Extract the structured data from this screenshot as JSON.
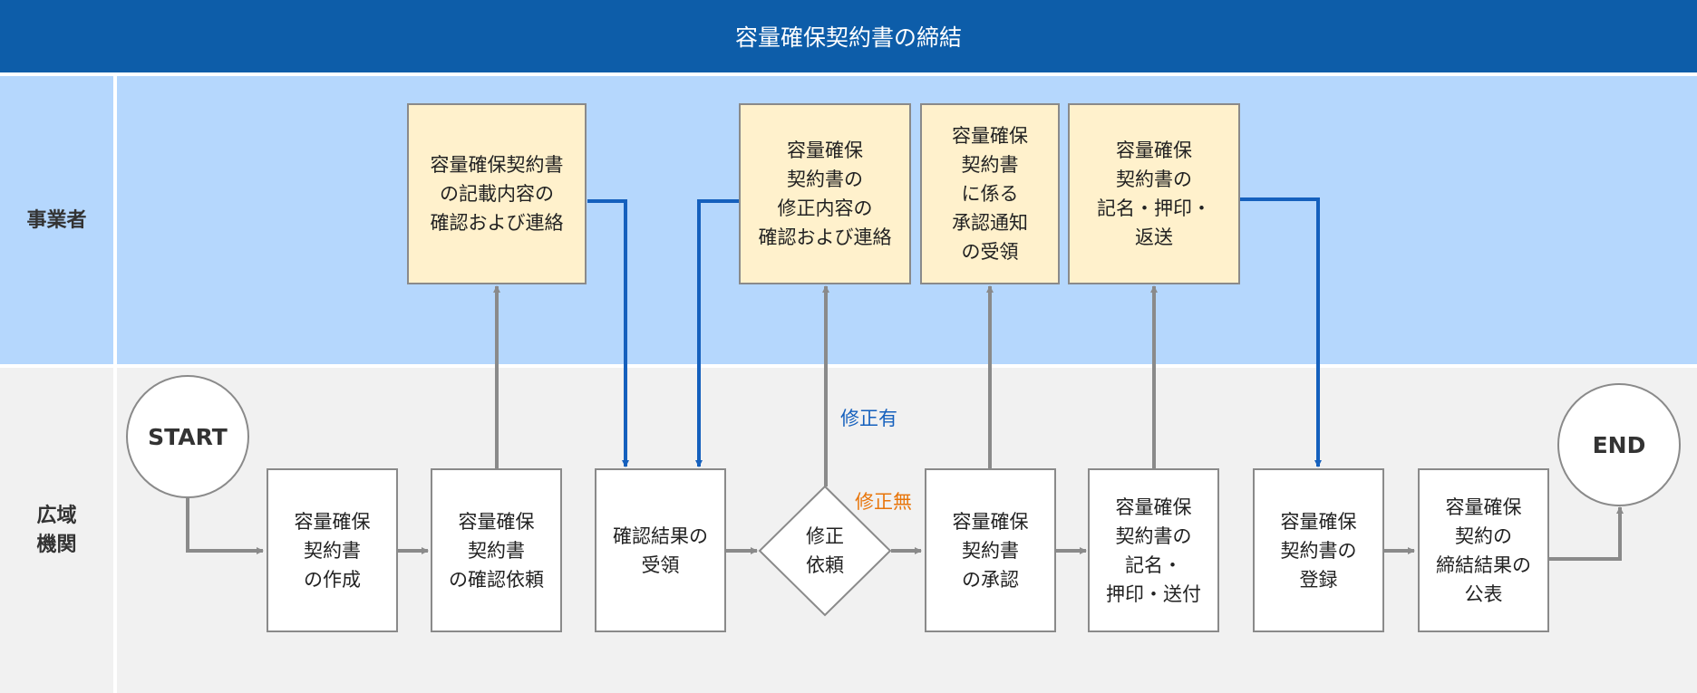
{
  "title": "容量確保契約書の締結",
  "lanes": {
    "top": "事業者",
    "bottom_line1": "広域",
    "bottom_line2": "機関"
  },
  "nodes": {
    "start": "START",
    "end": "END",
    "create": "容量確保\n契約書\nの作成",
    "request_check": "容量確保\n契約書\nの確認依頼",
    "biz_check1": "容量確保契約書\nの記載内容の\n確認および連絡",
    "receive_result": "確認結果の\n受領",
    "decision": "修正\n依頼",
    "biz_fix": "容量確保\n契約書の\n修正内容の\n確認および連絡",
    "approve": "容量確保\n契約書\nの承認",
    "biz_receive": "容量確保\n契約書\nに係る\n承認通知\nの受領",
    "sign_send": "容量確保\n契約書の\n記名・\n押印・送付",
    "biz_sign": "容量確保\n契約書の\n記名・押印・\n返送",
    "register": "容量確保\n契約書の\n登録",
    "publish": "容量確保\n契約の\n締結結果の\n公表"
  },
  "branches": {
    "yes": "修正有",
    "no": "修正無"
  },
  "colors": {
    "header": "#0d5da9",
    "lane_top": "#b5d7fd",
    "lane_bottom": "#f1f1f1",
    "box_yellow": "#fff1cc",
    "arrow_gray": "#8a8a8a",
    "arrow_blue": "#1560bd",
    "branch_yes": "#1560bd",
    "branch_no": "#e8750a"
  }
}
